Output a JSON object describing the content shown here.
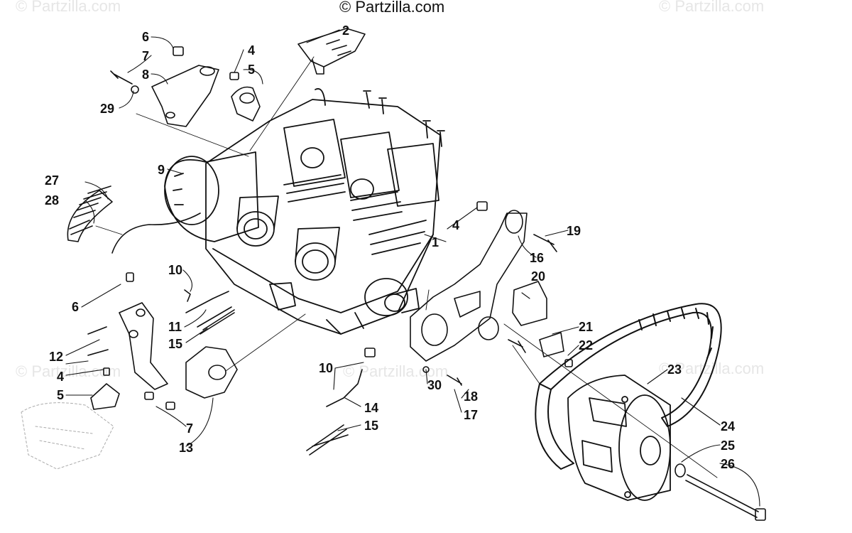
{
  "watermark": {
    "brand": "© Partzilla.com",
    "faint": "© Partzilla.com"
  },
  "callouts": [
    {
      "id": "c1",
      "text": "1"
    },
    {
      "id": "c2",
      "text": "2"
    },
    {
      "id": "c4a",
      "text": "4"
    },
    {
      "id": "c4b",
      "text": "4"
    },
    {
      "id": "c4c",
      "text": "4"
    },
    {
      "id": "c5a",
      "text": "5"
    },
    {
      "id": "c5b",
      "text": "5"
    },
    {
      "id": "c6a",
      "text": "6"
    },
    {
      "id": "c6b",
      "text": "6"
    },
    {
      "id": "c7a",
      "text": "7"
    },
    {
      "id": "c7b",
      "text": "7"
    },
    {
      "id": "c8",
      "text": "8"
    },
    {
      "id": "c9",
      "text": "9"
    },
    {
      "id": "c10a",
      "text": "10"
    },
    {
      "id": "c10b",
      "text": "10"
    },
    {
      "id": "c11",
      "text": "11"
    },
    {
      "id": "c12",
      "text": "12"
    },
    {
      "id": "c13",
      "text": "13"
    },
    {
      "id": "c14",
      "text": "14"
    },
    {
      "id": "c15a",
      "text": "15"
    },
    {
      "id": "c15b",
      "text": "15"
    },
    {
      "id": "c16",
      "text": "16"
    },
    {
      "id": "c17",
      "text": "17"
    },
    {
      "id": "c18",
      "text": "18"
    },
    {
      "id": "c19",
      "text": "19"
    },
    {
      "id": "c20",
      "text": "20"
    },
    {
      "id": "c21",
      "text": "21"
    },
    {
      "id": "c22",
      "text": "22"
    },
    {
      "id": "c23",
      "text": "23"
    },
    {
      "id": "c24",
      "text": "24"
    },
    {
      "id": "c25",
      "text": "25"
    },
    {
      "id": "c26",
      "text": "26"
    },
    {
      "id": "c27",
      "text": "27"
    },
    {
      "id": "c28",
      "text": "28"
    },
    {
      "id": "c29",
      "text": "29"
    },
    {
      "id": "c30",
      "text": "30"
    }
  ]
}
